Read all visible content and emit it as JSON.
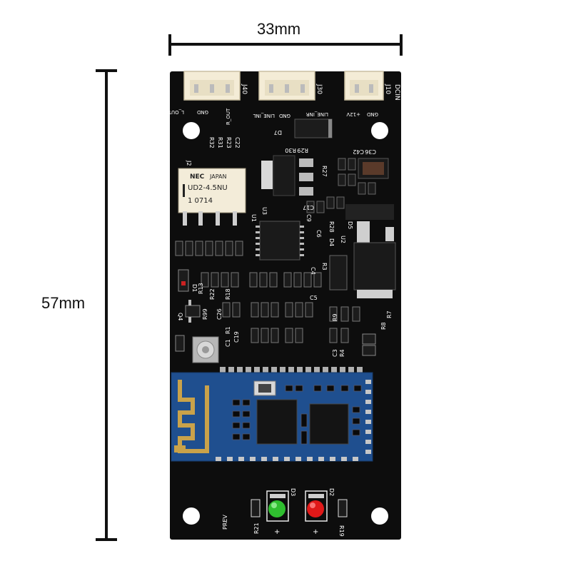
{
  "dimensions": {
    "width": "33mm",
    "height": "57mm"
  },
  "silkscreen": {
    "j40_pins": [
      "L_OUT",
      "GND",
      "R_OUT"
    ],
    "j40": "J40",
    "j30_pins": [
      "LINE_INL",
      "GND",
      "LINE_INR"
    ],
    "j30": "J30",
    "j10_pins": [
      "+12V",
      "GND"
    ],
    "j10": "J10",
    "dcin": "DCIN",
    "d7": "D7",
    "r30": "R30",
    "r29": "R29",
    "c42": "C42",
    "c36": "C36",
    "r32": "R32",
    "r31": "R31",
    "r23": "R23",
    "c22": "C22",
    "r27": "R27",
    "j2": "J2",
    "u3": "U3",
    "u1": "U1",
    "u2": "U2",
    "d4": "D4",
    "d5": "D5",
    "r28": "R28",
    "c17": "C17",
    "c6": "C6",
    "c9": "C9",
    "c4": "C4",
    "r3": "R3",
    "d1": "D1",
    "q4": "Q4",
    "r13": "R13",
    "r99": "R99",
    "r22": "R22",
    "c26": "C26",
    "r18": "R18",
    "c5": "C5",
    "r9": "R9",
    "r8": "R8",
    "r7": "R7",
    "c1": "C1",
    "r1": "R1",
    "c19": "C19",
    "c3": "C3",
    "r4": "R4",
    "prev": "PREV",
    "r21": "R21",
    "d3": "D3",
    "d2": "D2",
    "r19": "R19",
    "plus_left": "+",
    "plus_right": "+"
  },
  "relay": {
    "brand": "NEC",
    "origin": "JAPAN",
    "model": "UD2-4.5NU",
    "code": "1  0714"
  },
  "leds": [
    {
      "name": "D3",
      "color": "#2fbf2f"
    },
    {
      "name": "D2",
      "color": "#e01818"
    }
  ],
  "colors": {
    "pcb": "#0d0d0d",
    "module": "#1f4f8f",
    "antenna": "#c9a24a",
    "connector": "#f4ecd6"
  }
}
